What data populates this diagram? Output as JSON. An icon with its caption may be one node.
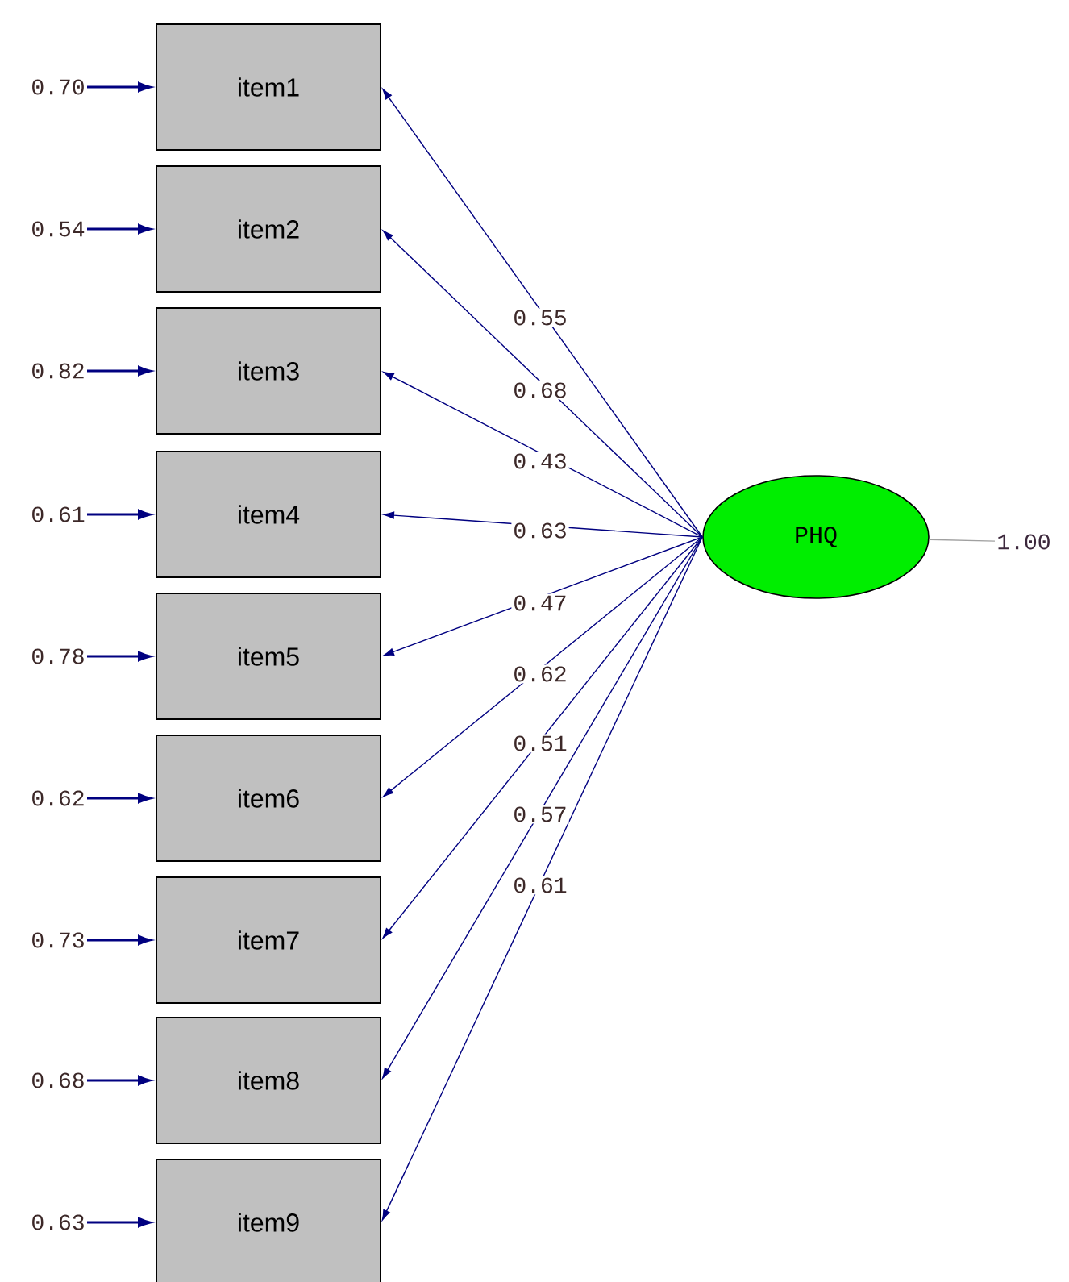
{
  "diagram": {
    "nodes": [
      {
        "text": [
          "item1"
        ]
      },
      {
        "text": [
          "item2"
        ]
      },
      {
        "text": [
          "item3"
        ]
      },
      {
        "text": [
          "item4"
        ]
      },
      {
        "text": [
          "item5"
        ]
      },
      {
        "text": [
          "item6"
        ]
      },
      {
        "text": [
          "item7"
        ]
      },
      {
        "text": [
          "item8"
        ]
      },
      {
        "text": [
          "item9"
        ]
      },
      {
        "text": [
          "PHQ"
        ]
      },
      {
        "text": [
          "1.00"
        ]
      },
      {
        "text": [
          "0.70"
        ]
      },
      {
        "text": [
          "0.54"
        ]
      },
      {
        "text": [
          "0.82"
        ]
      },
      {
        "text": [
          "0.61"
        ]
      },
      {
        "text": [
          "0.78"
        ]
      },
      {
        "text": [
          "0.62"
        ]
      },
      {
        "text": [
          "0.73"
        ]
      },
      {
        "text": [
          "0.68"
        ]
      },
      {
        "text": [
          "0.63"
        ]
      }
    ],
    "edges": [
      {
        "from": 9,
        "to": 0,
        "arrow": "to",
        "label": "0.55"
      },
      {
        "from": 9,
        "to": 1,
        "arrow": "to",
        "label": "0.68"
      },
      {
        "from": 9,
        "to": 2,
        "arrow": "to",
        "label": "0.43"
      },
      {
        "from": 9,
        "to": 3,
        "arrow": "to",
        "label": "0.63"
      },
      {
        "from": 9,
        "to": 4,
        "arrow": "to",
        "label": "0.47"
      },
      {
        "from": 9,
        "to": 5,
        "arrow": "to",
        "label": "0.62"
      },
      {
        "from": 9,
        "to": 6,
        "arrow": "to",
        "label": "0.51"
      },
      {
        "from": 9,
        "to": 7,
        "arrow": "to",
        "label": "0.57"
      },
      {
        "from": 9,
        "to": 8,
        "arrow": "to",
        "label": "0.61"
      },
      {
        "from": 9,
        "to": 10,
        "arrow": "none",
        "color": "#a0a0a0"
      },
      {
        "from": 11,
        "to": 0,
        "arrow": "to"
      },
      {
        "from": 12,
        "to": 1,
        "arrow": "to"
      },
      {
        "from": 13,
        "to": 2,
        "arrow": "to"
      },
      {
        "from": 14,
        "to": 3,
        "arrow": "to"
      },
      {
        "from": 15,
        "to": 4,
        "arrow": "to"
      },
      {
        "from": 16,
        "to": 5,
        "arrow": "to"
      },
      {
        "from": 17,
        "to": 6,
        "arrow": "to"
      },
      {
        "from": 18,
        "to": 7,
        "arrow": "to"
      },
      {
        "from": 19,
        "to": 8,
        "arrow": "to"
      }
    ]
  }
}
